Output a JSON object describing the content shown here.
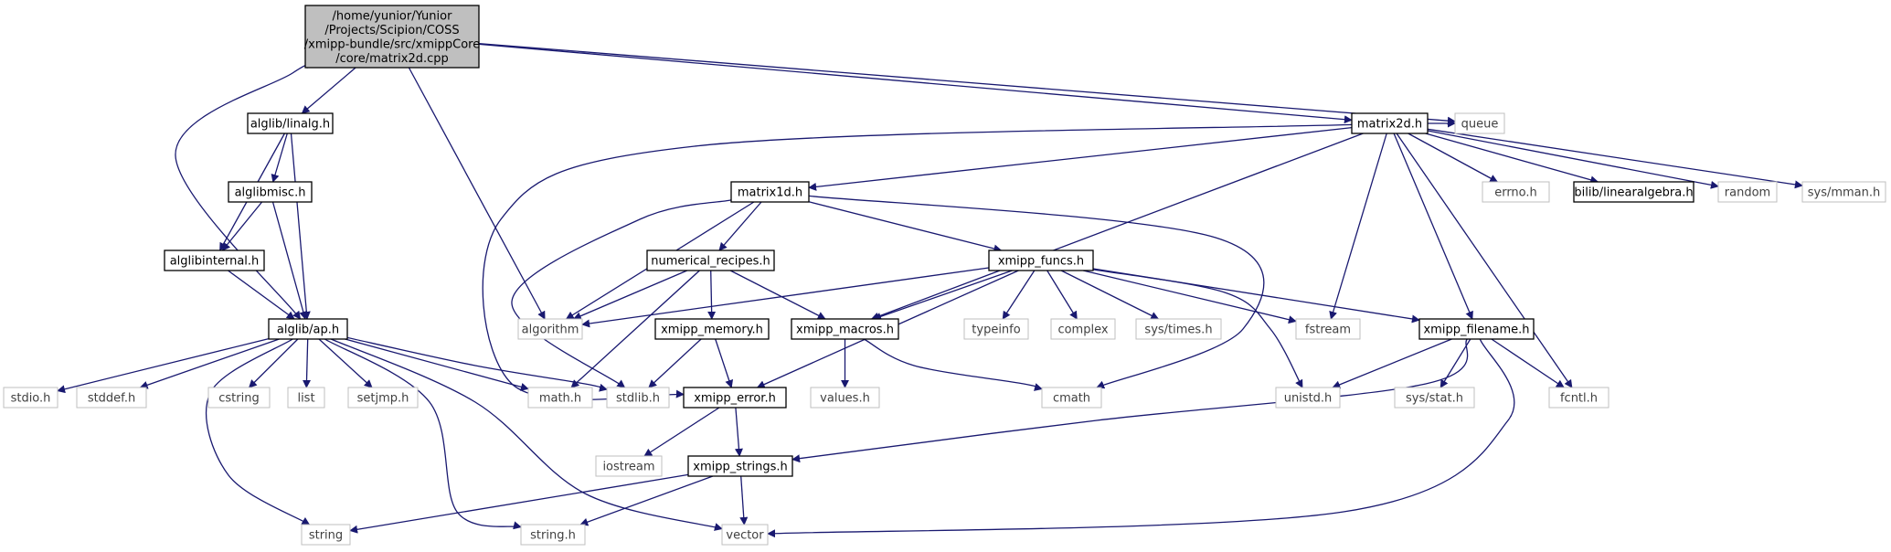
{
  "colors": {
    "edge": "#191970",
    "root_fill": "#bfbfbf",
    "internal_border": "#000000",
    "external_border": "#bfbfbf",
    "text": "#000000",
    "external_text": "#404040"
  },
  "nodes": {
    "root": {
      "lines": [
        "/home/yunior/Yunior",
        "/Projects/Scipion/COSS",
        "/xmipp-bundle/src/xmippCore",
        "/core/matrix2d.cpp"
      ],
      "kind": "root"
    },
    "linalg": {
      "label": "alglib/linalg.h",
      "kind": "internal"
    },
    "alglibmisc": {
      "label": "alglibmisc.h",
      "kind": "internal"
    },
    "alglibinternal": {
      "label": "alglibinternal.h",
      "kind": "internal"
    },
    "ap": {
      "label": "alglib/ap.h",
      "kind": "internal"
    },
    "matrix2d": {
      "label": "matrix2d.h",
      "kind": "internal"
    },
    "matrix1d": {
      "label": "matrix1d.h",
      "kind": "internal"
    },
    "numrec": {
      "label": "numerical_recipes.h",
      "kind": "internal"
    },
    "funcs": {
      "label": "xmipp_funcs.h",
      "kind": "internal"
    },
    "memory": {
      "label": "xmipp_memory.h",
      "kind": "internal"
    },
    "macros": {
      "label": "xmipp_macros.h",
      "kind": "internal"
    },
    "filename": {
      "label": "xmipp_filename.h",
      "kind": "internal"
    },
    "error": {
      "label": "xmipp_error.h",
      "kind": "internal"
    },
    "strings": {
      "label": "xmipp_strings.h",
      "kind": "internal"
    },
    "bilib": {
      "label": "bilib/linearalgebra.h",
      "kind": "internal"
    },
    "queue": {
      "label": "queue",
      "kind": "external"
    },
    "errno": {
      "label": "errno.h",
      "kind": "external"
    },
    "random": {
      "label": "random",
      "kind": "external"
    },
    "sysmman": {
      "label": "sys/mman.h",
      "kind": "external"
    },
    "algorithm": {
      "label": "algorithm",
      "kind": "external"
    },
    "typeinfo": {
      "label": "typeinfo",
      "kind": "external"
    },
    "complex": {
      "label": "complex",
      "kind": "external"
    },
    "systimes": {
      "label": "sys/times.h",
      "kind": "external"
    },
    "fstream": {
      "label": "fstream",
      "kind": "external"
    },
    "stdio": {
      "label": "stdio.h",
      "kind": "external"
    },
    "stddef": {
      "label": "stddef.h",
      "kind": "external"
    },
    "cstring": {
      "label": "cstring",
      "kind": "external"
    },
    "list": {
      "label": "list",
      "kind": "external"
    },
    "setjmp": {
      "label": "setjmp.h",
      "kind": "external"
    },
    "math": {
      "label": "math.h",
      "kind": "external"
    },
    "stdlib": {
      "label": "stdlib.h",
      "kind": "external"
    },
    "values": {
      "label": "values.h",
      "kind": "external"
    },
    "cmath": {
      "label": "cmath",
      "kind": "external"
    },
    "unistd": {
      "label": "unistd.h",
      "kind": "external"
    },
    "sysstat": {
      "label": "sys/stat.h",
      "kind": "external"
    },
    "fcntl": {
      "label": "fcntl.h",
      "kind": "external"
    },
    "iostream": {
      "label": "iostream",
      "kind": "external"
    },
    "string": {
      "label": "string",
      "kind": "external"
    },
    "stringh": {
      "label": "string.h",
      "kind": "external"
    },
    "vector": {
      "label": "vector",
      "kind": "external"
    }
  },
  "edges": [
    [
      "root",
      "linalg"
    ],
    [
      "root",
      "ap"
    ],
    [
      "root",
      "algorithm"
    ],
    [
      "root",
      "matrix2d"
    ],
    [
      "root",
      "queue"
    ],
    [
      "linalg",
      "alglibmisc"
    ],
    [
      "linalg",
      "alglibinternal"
    ],
    [
      "linalg",
      "ap"
    ],
    [
      "alglibmisc",
      "alglibinternal"
    ],
    [
      "alglibmisc",
      "ap"
    ],
    [
      "alglibinternal",
      "ap"
    ],
    [
      "ap",
      "stdio"
    ],
    [
      "ap",
      "stddef"
    ],
    [
      "ap",
      "cstring"
    ],
    [
      "ap",
      "list"
    ],
    [
      "ap",
      "setjmp"
    ],
    [
      "ap",
      "math"
    ],
    [
      "ap",
      "stdlib"
    ],
    [
      "ap",
      "string"
    ],
    [
      "ap",
      "stringh"
    ],
    [
      "ap",
      "vector"
    ],
    [
      "matrix2d",
      "queue"
    ],
    [
      "matrix2d",
      "matrix1d"
    ],
    [
      "matrix2d",
      "errno"
    ],
    [
      "matrix2d",
      "bilib"
    ],
    [
      "matrix2d",
      "random"
    ],
    [
      "matrix2d",
      "sysmman"
    ],
    [
      "matrix2d",
      "macros"
    ],
    [
      "matrix2d",
      "fstream"
    ],
    [
      "matrix2d",
      "filename"
    ],
    [
      "matrix2d",
      "fcntl"
    ],
    [
      "matrix2d",
      "error"
    ],
    [
      "matrix1d",
      "numrec"
    ],
    [
      "matrix1d",
      "funcs"
    ],
    [
      "matrix1d",
      "algorithm"
    ],
    [
      "matrix1d",
      "stdlib"
    ],
    [
      "matrix1d",
      "cmath"
    ],
    [
      "numrec",
      "algorithm"
    ],
    [
      "numrec",
      "memory"
    ],
    [
      "numrec",
      "macros"
    ],
    [
      "numrec",
      "math"
    ],
    [
      "funcs",
      "algorithm"
    ],
    [
      "funcs",
      "typeinfo"
    ],
    [
      "funcs",
      "complex"
    ],
    [
      "funcs",
      "systimes"
    ],
    [
      "funcs",
      "fstream"
    ],
    [
      "funcs",
      "macros"
    ],
    [
      "funcs",
      "filename"
    ],
    [
      "funcs",
      "error"
    ],
    [
      "funcs",
      "unistd"
    ],
    [
      "memory",
      "stdlib"
    ],
    [
      "memory",
      "error"
    ],
    [
      "macros",
      "values"
    ],
    [
      "macros",
      "cmath"
    ],
    [
      "filename",
      "unistd"
    ],
    [
      "filename",
      "sysstat"
    ],
    [
      "filename",
      "fcntl"
    ],
    [
      "filename",
      "strings"
    ],
    [
      "filename",
      "vector"
    ],
    [
      "error",
      "iostream"
    ],
    [
      "error",
      "strings"
    ],
    [
      "strings",
      "string"
    ],
    [
      "strings",
      "stringh"
    ],
    [
      "strings",
      "vector"
    ]
  ]
}
